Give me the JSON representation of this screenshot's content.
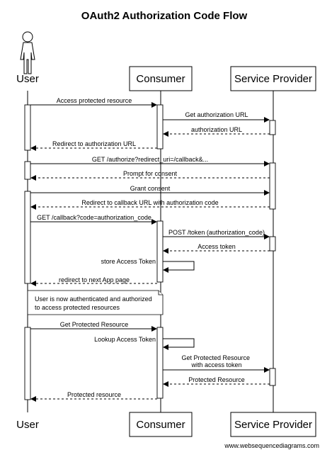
{
  "title": "OAuth2 Authorization Code Flow",
  "participants": {
    "user": "User",
    "consumer": "Consumer",
    "provider": "Service Provider"
  },
  "messages": [
    {
      "text": "Access protected resource",
      "from": "user",
      "to": "consumer",
      "style": "solid"
    },
    {
      "text": "Get authorization URL",
      "from": "consumer",
      "to": "provider",
      "style": "solid"
    },
    {
      "text": "authorization URL",
      "from": "provider",
      "to": "consumer",
      "style": "dashed"
    },
    {
      "text": "Redirect to authorization URL",
      "from": "consumer",
      "to": "user",
      "style": "dashed"
    },
    {
      "text": "GET /authorize?redirect_uri=/callback&...",
      "from": "user",
      "to": "provider",
      "style": "solid"
    },
    {
      "text": "Prompt for consent",
      "from": "provider",
      "to": "user",
      "style": "dashed"
    },
    {
      "text": "Grant consent",
      "from": "user",
      "to": "provider",
      "style": "solid"
    },
    {
      "text": "Redirect to callback URL with authorization code",
      "from": "provider",
      "to": "user",
      "style": "dashed"
    },
    {
      "text": "GET /callback?code=authorization_code",
      "from": "user",
      "to": "consumer",
      "style": "solid"
    },
    {
      "text": "POST /token (authorization_code)",
      "from": "consumer",
      "to": "provider",
      "style": "solid"
    },
    {
      "text": "Access token",
      "from": "provider",
      "to": "consumer",
      "style": "dashed"
    },
    {
      "text": "store Access Token",
      "from": "consumer",
      "to": "consumer",
      "style": "solid"
    },
    {
      "text": "redirect to next App page",
      "from": "consumer",
      "to": "user",
      "style": "dashed"
    },
    {
      "text": "Get Protected Resource",
      "from": "user",
      "to": "consumer",
      "style": "solid"
    },
    {
      "text": "Lookup Access Token",
      "from": "consumer",
      "to": "consumer",
      "style": "solid"
    },
    {
      "text": "Get Protected Resource\nwith access token",
      "from": "consumer",
      "to": "provider",
      "style": "solid"
    },
    {
      "text": "Protected Resource",
      "from": "provider",
      "to": "consumer",
      "style": "dashed"
    },
    {
      "text": "Protected resource",
      "from": "consumer",
      "to": "user",
      "style": "dashed"
    }
  ],
  "note": {
    "lines": [
      "User is now authenticated and authorized",
      "to access protected resources"
    ]
  },
  "footer": "www.websequencediagrams.com"
}
